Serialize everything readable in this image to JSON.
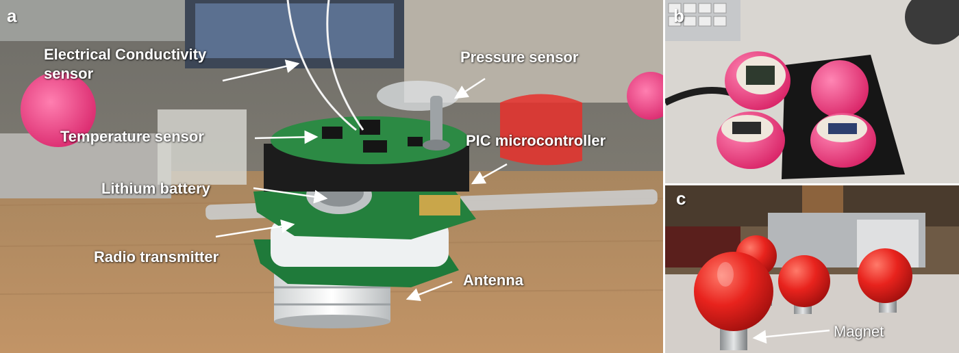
{
  "panels": {
    "a": {
      "letter": "a",
      "labels": {
        "electrical_conductivity_line1": "Electrical Conductivity",
        "electrical_conductivity_line2": "sensor",
        "pressure_sensor": "Pressure sensor",
        "temperature_sensor": "Temperature sensor",
        "pic_microcontroller": "PIC microcontroller",
        "lithium_battery": "Lithium battery",
        "radio_transmitter": "Radio transmitter",
        "antenna": "Antenna"
      }
    },
    "b": {
      "letter": "b"
    },
    "c": {
      "letter": "c",
      "labels": {
        "magnet": "Magnet"
      }
    }
  },
  "colors": {
    "pcb_green": "#1f7a3a",
    "sphere_pink": "#e8336a",
    "sphere_red": "#e0261f",
    "wood": "#b98a5e",
    "label_text": "#ffffff"
  }
}
